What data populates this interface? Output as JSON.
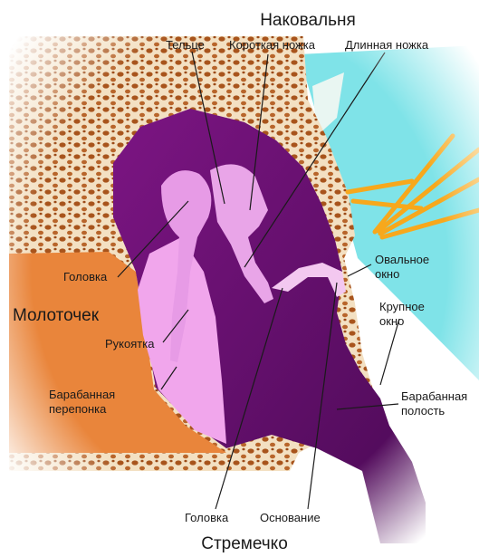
{
  "labels": {
    "incus": "Наковальня",
    "incus_body": "Тельце",
    "short_process": "Короткая ножка",
    "long_process": "Длинная ножка",
    "malleus_head": "Головка",
    "malleus": "Молоточек",
    "handle": "Рукоятка",
    "eardrum_line1": "Барабанная",
    "eardrum_line2": "перепонка",
    "oval_line1": "Овальное",
    "oval_line2": "окно",
    "round_line1": "Крупное",
    "round_line2": "окно",
    "cavity_line1": "Барабанная",
    "cavity_line2": "полость",
    "stapes_head": "Головка",
    "stapes_base": "Основание",
    "stapes": "Стремечко"
  },
  "colors": {
    "bone": "#f3e0c2",
    "bone_cell": "#a8541c",
    "cavity": "#6a1170",
    "ossicle": "#e79be6",
    "eardrum": "#f1a6ec",
    "canal": "#e9853b",
    "inner_ear": "#7fe3e8",
    "nerve": "#f7a81c"
  }
}
